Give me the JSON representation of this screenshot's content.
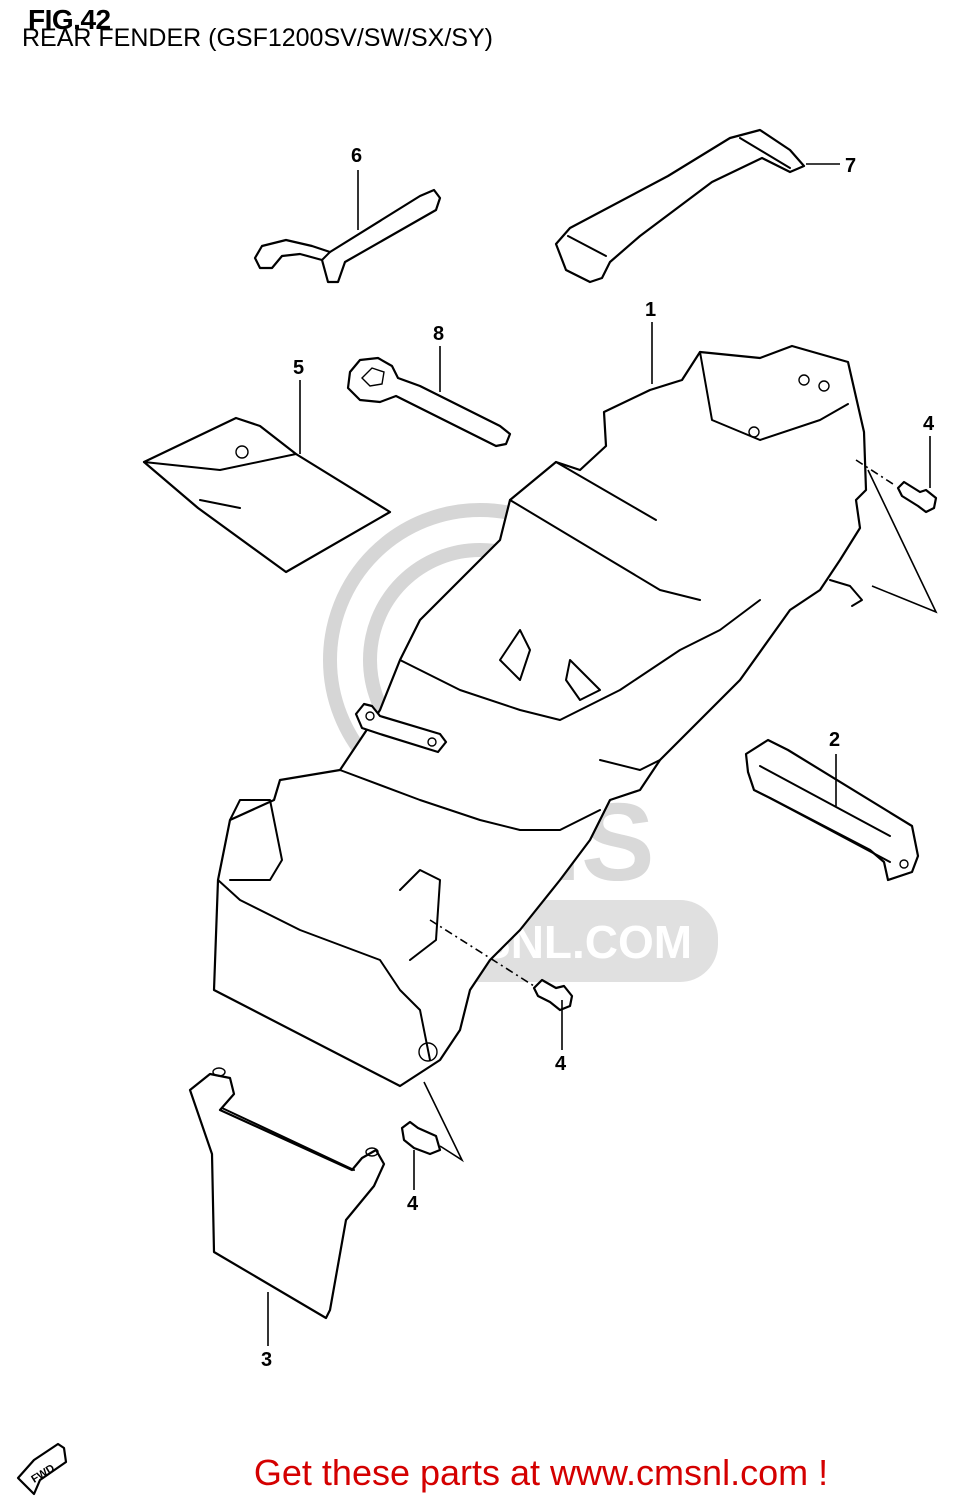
{
  "figure": {
    "title": "FIG.42",
    "subtitle": "REAR FENDER (GSF1200SV/SW/SX/SY)"
  },
  "callouts": [
    {
      "id": "1",
      "label": "1"
    },
    {
      "id": "2",
      "label": "2"
    },
    {
      "id": "3",
      "label": "3"
    },
    {
      "id": "4a",
      "label": "4"
    },
    {
      "id": "4b",
      "label": "4"
    },
    {
      "id": "4c",
      "label": "4"
    },
    {
      "id": "5",
      "label": "5"
    },
    {
      "id": "6",
      "label": "6"
    },
    {
      "id": "7",
      "label": "7"
    },
    {
      "id": "8",
      "label": "8"
    }
  ],
  "watermark": {
    "logo_text": "CMS",
    "url_text": "WWW.CMSNL.COM"
  },
  "fwd_label": "FWD",
  "promo": {
    "text": "Get these parts at www.cmsnl.com !"
  }
}
